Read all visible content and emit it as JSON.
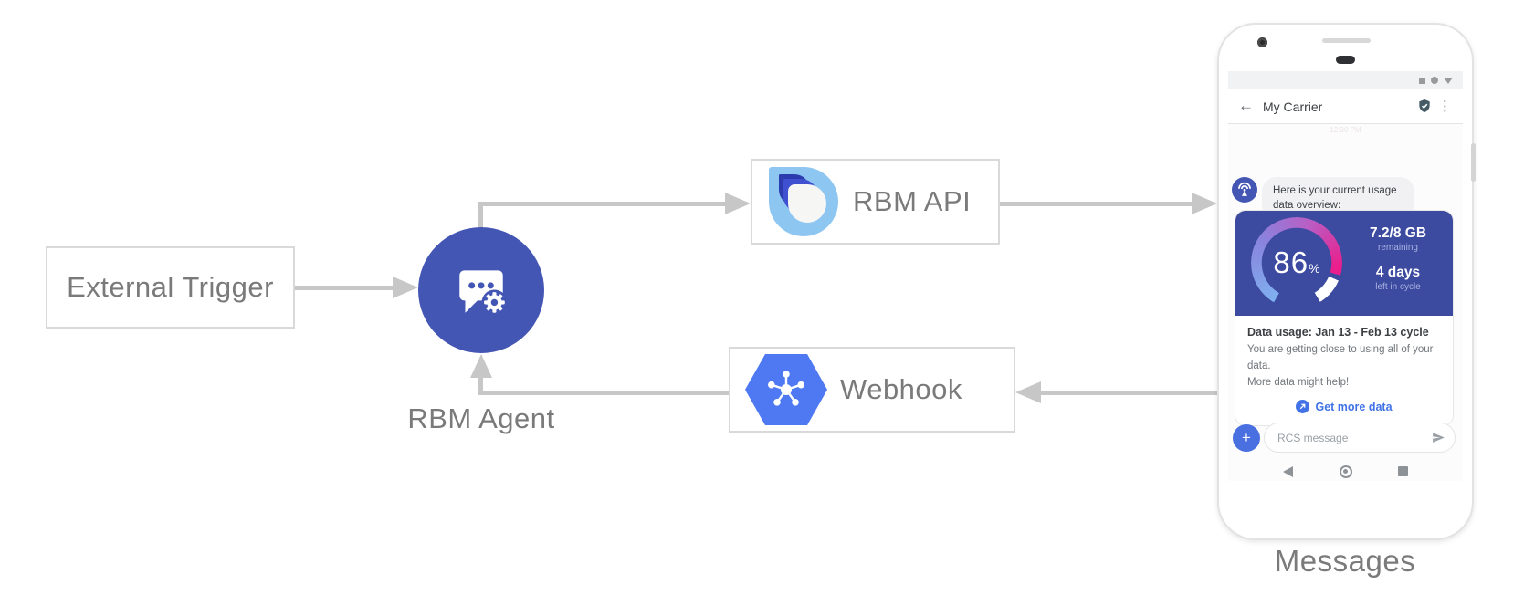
{
  "colors": {
    "line-gray": "#c7c7c7",
    "box-border": "#d9d9d9",
    "label-gray": "#7a7a7a",
    "agent-blue": "#4456b4",
    "card-indigo": "#3c4aa0",
    "link-blue": "#4173e6",
    "hexagon-blue": "#4e79f2",
    "logo-light-blue": "#8ec6f2",
    "logo-navy": "#2c3cae",
    "logo-royal": "#3f51d1",
    "plus-blue": "#4a6fe0",
    "gauge-start": "#7fb0ef",
    "gauge-mid1": "#8a82dd",
    "gauge-mid2": "#b95ec4",
    "gauge-end": "#ea1e8c"
  },
  "diagram": {
    "external_trigger": "External Trigger",
    "rbm_agent": "RBM Agent",
    "rbm_api": "RBM API",
    "webhook": "Webhook",
    "phone_caption": "Messages"
  },
  "phone": {
    "header": {
      "title": "My Carrier",
      "timestamp": "12:30 PM"
    },
    "bubble": "Here is your current usage data overview:",
    "gauge": {
      "percent": "86",
      "unit": "%",
      "remaining_value": "7.2/8 GB",
      "remaining_label": "remaining",
      "days_value": "4 days",
      "days_label": "left in cycle"
    },
    "usage": {
      "title": "Data usage: Jan 13 - Feb 13 cycle",
      "line1": "You are getting close to using all of your data.",
      "line2": "More data might help!",
      "action": "Get more data"
    },
    "compose": {
      "plus": "+",
      "placeholder": "RCS message"
    }
  }
}
